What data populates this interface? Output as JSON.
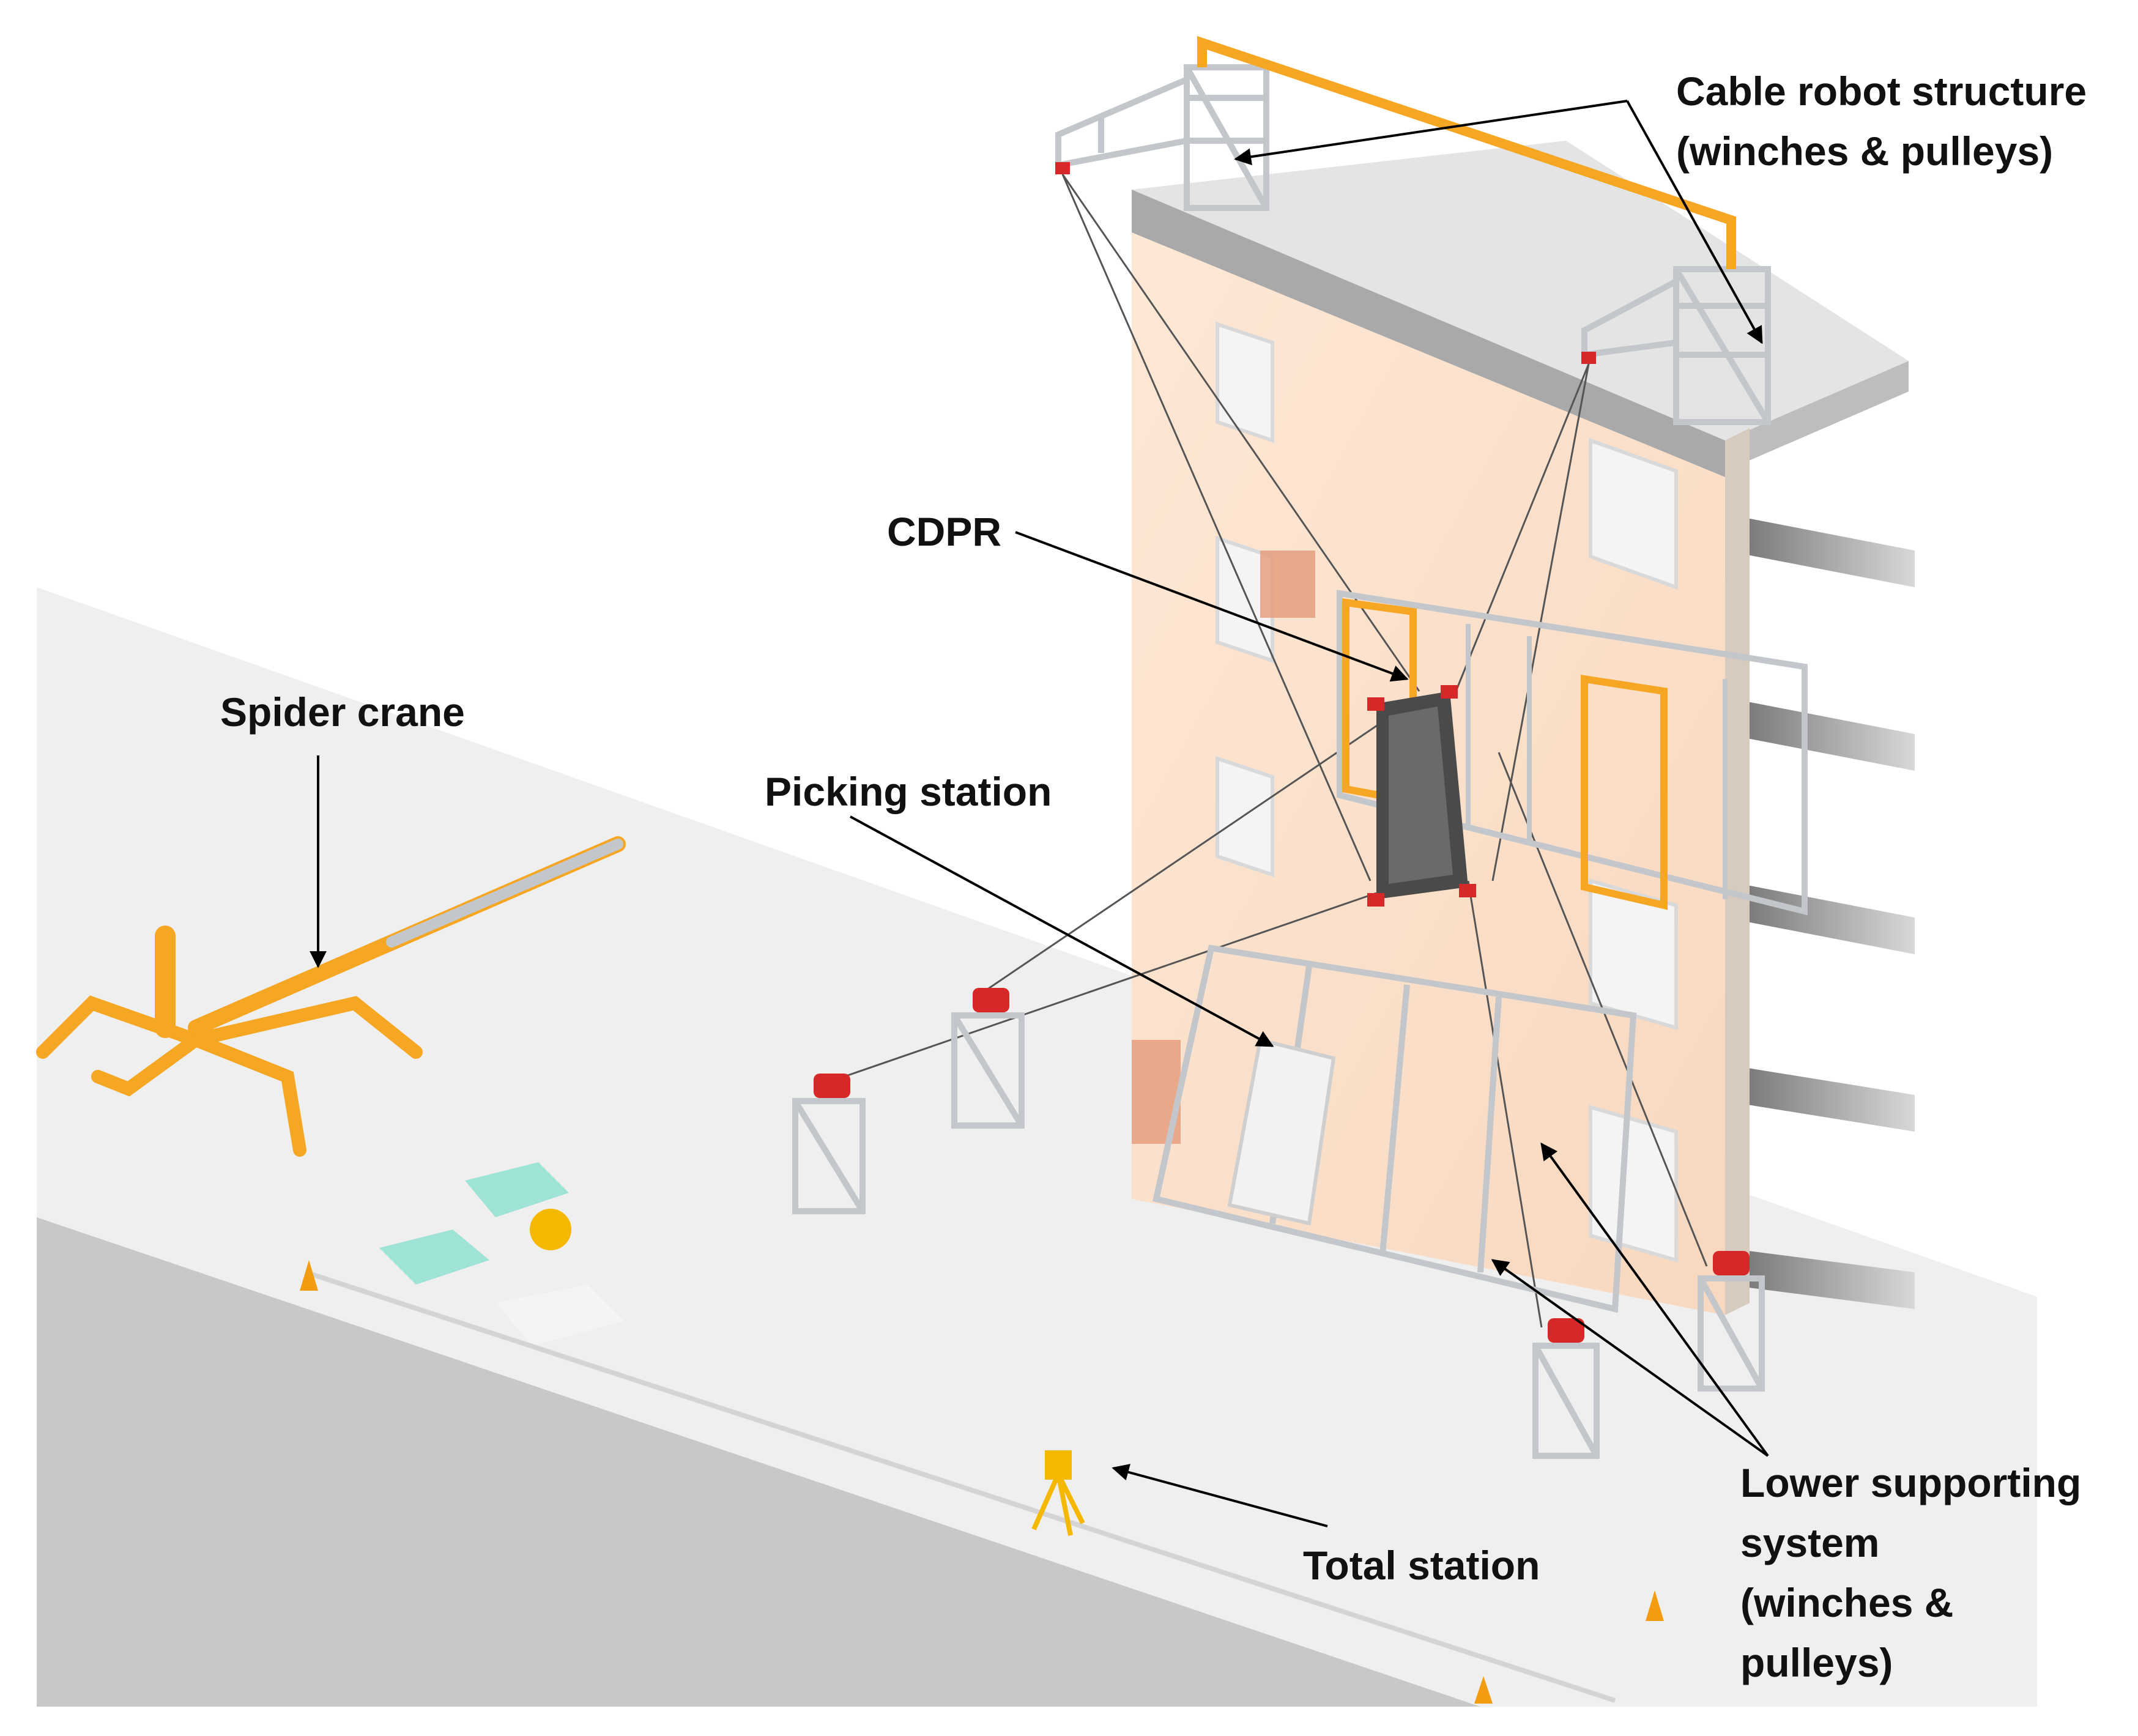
{
  "labels": {
    "cable_robot_structure": [
      "Cable robot structure",
      "(winches & pulleys)"
    ],
    "cdpr": "CDPR",
    "spider_crane": "Spider crane",
    "picking_station": "Picking station",
    "total_station": "Total station",
    "lower_supporting_system": [
      "Lower supporting",
      "system",
      "(winches &",
      "pulleys)"
    ]
  },
  "colors": {
    "facade": "#fbe3cf",
    "ground": "#eeeeee",
    "asphalt": "#c9c9c9",
    "crane": "#f5a623",
    "winch": "#d62828",
    "frame": "#cfd3d6",
    "slab": "#8c8c8c",
    "insulation": "#9fe3d6",
    "arrow": "#000000"
  }
}
